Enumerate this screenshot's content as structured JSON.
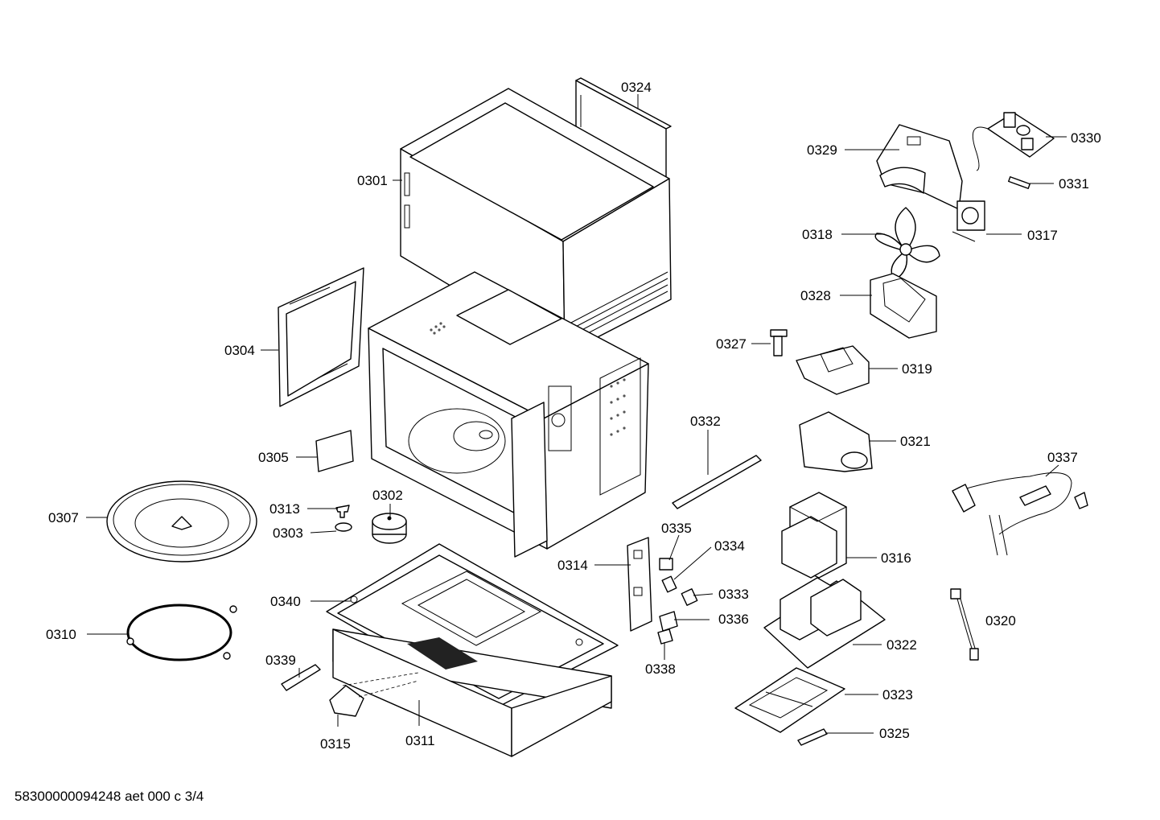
{
  "footer_text": "58300000094248 aet 000 c 3/4",
  "labels": {
    "p0301": "0301",
    "p0302": "0302",
    "p0303": "0303",
    "p0304": "0304",
    "p0305": "0305",
    "p0307": "0307",
    "p0310": "0310",
    "p0311": "0311",
    "p0313": "0313",
    "p0314": "0314",
    "p0315": "0315",
    "p0316": "0316",
    "p0317": "0317",
    "p0318": "0318",
    "p0319": "0319",
    "p0320": "0320",
    "p0321": "0321",
    "p0322": "0322",
    "p0323": "0323",
    "p0324": "0324",
    "p0325": "0325",
    "p0327": "0327",
    "p0328": "0328",
    "p0329": "0329",
    "p0330": "0330",
    "p0331": "0331",
    "p0332": "0332",
    "p0333": "0333",
    "p0334": "0334",
    "p0335": "0335",
    "p0336": "0336",
    "p0337": "0337",
    "p0338": "0338",
    "p0339": "0339",
    "p0340": "0340"
  }
}
